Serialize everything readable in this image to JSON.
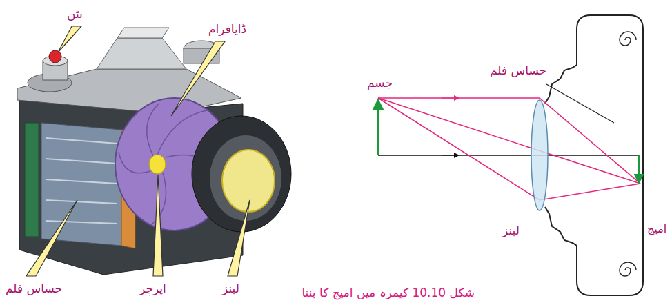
{
  "diagram": {
    "caption": "شکل 10.10 کیمرہ میں امیج کا بننا",
    "labels": [
      "بٹن",
      "ڈایافرام",
      "لینز",
      "اپرچر",
      "حساس فلم",
      "حساس فلم",
      "جسم",
      "لینز",
      "امیج"
    ]
  }
}
